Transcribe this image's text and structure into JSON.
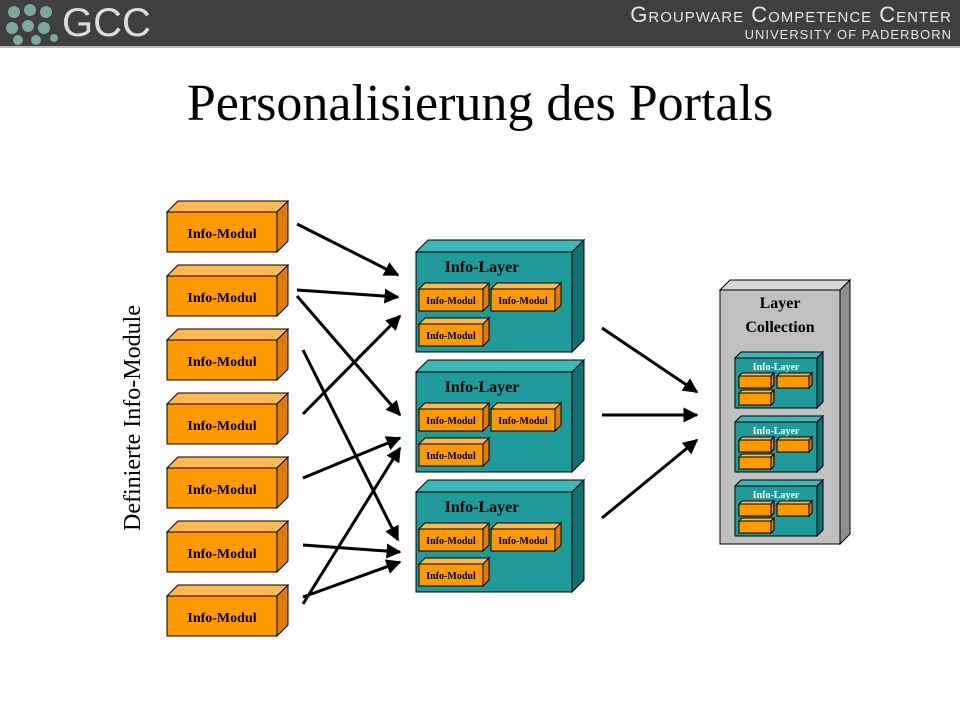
{
  "header": {
    "logo_text": "GCC",
    "org_name": "Groupware Competence Center",
    "org_sub": "UNIVERSITY OF PADERBORN"
  },
  "title": "Personalisierung des Portals",
  "side_label": "Definierte Info-Module",
  "modules": [
    "Info-Modul",
    "Info-Modul",
    "Info-Modul",
    "Info-Modul",
    "Info-Modul",
    "Info-Modul",
    "Info-Modul"
  ],
  "layers": [
    {
      "title": "Info-Layer",
      "modules": [
        "Info-Modul",
        "Info-Modul",
        "Info-Modul"
      ]
    },
    {
      "title": "Info-Layer",
      "modules": [
        "Info-Modul",
        "Info-Modul",
        "Info-Modul"
      ]
    },
    {
      "title": "Info-Layer",
      "modules": [
        "Info-Modul",
        "Info-Modul",
        "Info-Modul"
      ]
    }
  ],
  "collection": {
    "title_line1": "Layer",
    "title_line2": "Collection",
    "layers": [
      "Info-Layer",
      "Info-Layer",
      "Info-Layer"
    ]
  },
  "colors": {
    "module_fill": "#ff9900",
    "module_side": "#e07c00",
    "layer_fill": "#1f9a9a",
    "layer_side": "#127070",
    "collection_fill": "#c0c0c0",
    "header_bg": "#3f3f3f"
  }
}
